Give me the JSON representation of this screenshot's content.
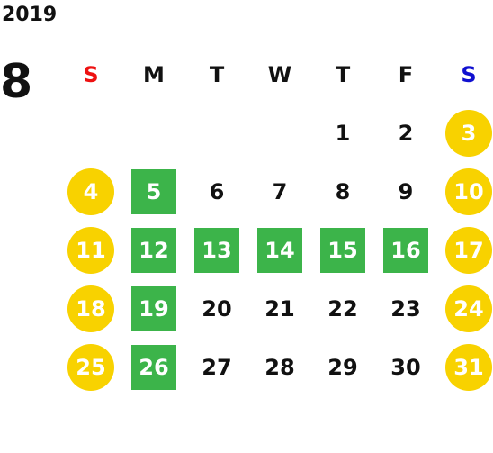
{
  "calendar": {
    "year": "2019",
    "month": "8",
    "weekdays": [
      {
        "label": "S",
        "kind": "sun"
      },
      {
        "label": "M",
        "kind": ""
      },
      {
        "label": "T",
        "kind": ""
      },
      {
        "label": "W",
        "kind": ""
      },
      {
        "label": "T",
        "kind": ""
      },
      {
        "label": "F",
        "kind": ""
      },
      {
        "label": "S",
        "kind": "sat"
      }
    ],
    "weeks": [
      [
        {
          "day": "",
          "type": ""
        },
        {
          "day": "",
          "type": ""
        },
        {
          "day": "",
          "type": ""
        },
        {
          "day": "",
          "type": ""
        },
        {
          "day": "1",
          "type": ""
        },
        {
          "day": "2",
          "type": ""
        },
        {
          "day": "3",
          "type": "weekend"
        }
      ],
      [
        {
          "day": "4",
          "type": "weekend"
        },
        {
          "day": "5",
          "type": "holiday"
        },
        {
          "day": "6",
          "type": ""
        },
        {
          "day": "7",
          "type": ""
        },
        {
          "day": "8",
          "type": ""
        },
        {
          "day": "9",
          "type": ""
        },
        {
          "day": "10",
          "type": "weekend"
        }
      ],
      [
        {
          "day": "11",
          "type": "weekend"
        },
        {
          "day": "12",
          "type": "holiday"
        },
        {
          "day": "13",
          "type": "holiday"
        },
        {
          "day": "14",
          "type": "holiday"
        },
        {
          "day": "15",
          "type": "holiday"
        },
        {
          "day": "16",
          "type": "holiday"
        },
        {
          "day": "17",
          "type": "weekend"
        }
      ],
      [
        {
          "day": "18",
          "type": "weekend"
        },
        {
          "day": "19",
          "type": "holiday"
        },
        {
          "day": "20",
          "type": ""
        },
        {
          "day": "21",
          "type": ""
        },
        {
          "day": "22",
          "type": ""
        },
        {
          "day": "23",
          "type": ""
        },
        {
          "day": "24",
          "type": "weekend"
        }
      ],
      [
        {
          "day": "25",
          "type": "weekend"
        },
        {
          "day": "26",
          "type": "holiday"
        },
        {
          "day": "27",
          "type": ""
        },
        {
          "day": "28",
          "type": ""
        },
        {
          "day": "29",
          "type": ""
        },
        {
          "day": "30",
          "type": ""
        },
        {
          "day": "31",
          "type": "weekend"
        }
      ]
    ],
    "colors": {
      "weekend_marker": "#f8d200",
      "holiday_marker": "#3cb44a",
      "sunday_header": "#ee1111",
      "saturday_header": "#1010d0"
    }
  }
}
